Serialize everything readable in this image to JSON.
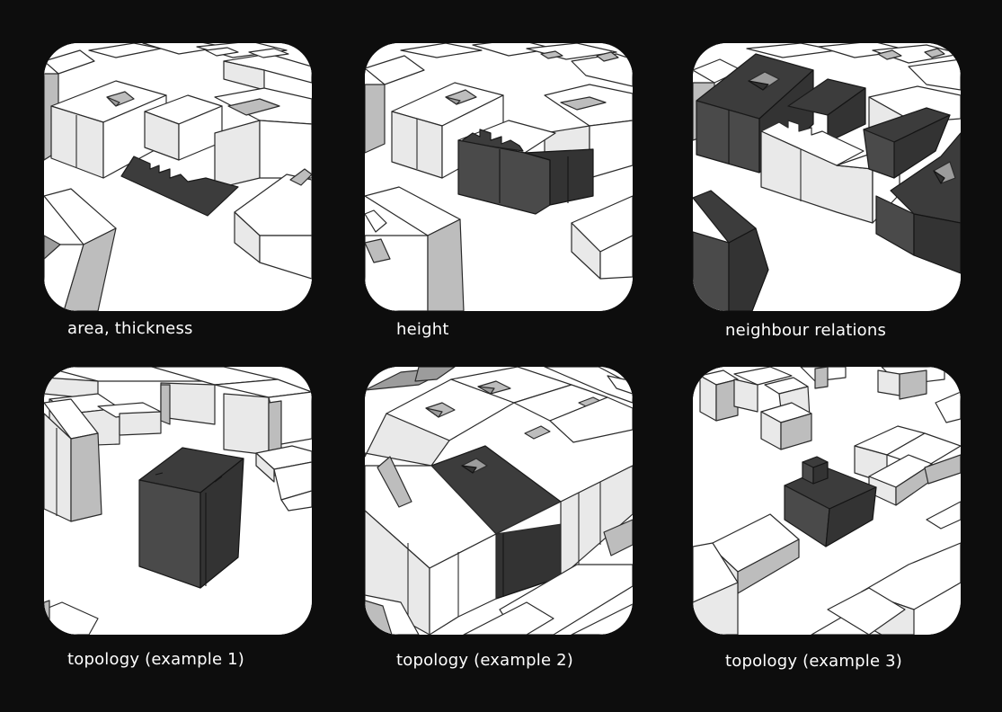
{
  "captions": [
    "area, thickness",
    "height",
    "neighbour relations",
    "topology (example 1)",
    "topology (example 2)",
    "topology (example 3)"
  ],
  "colors": {
    "background": "#0d0d0d",
    "highlight": "#3c3c3c",
    "building": "#ffffff"
  }
}
